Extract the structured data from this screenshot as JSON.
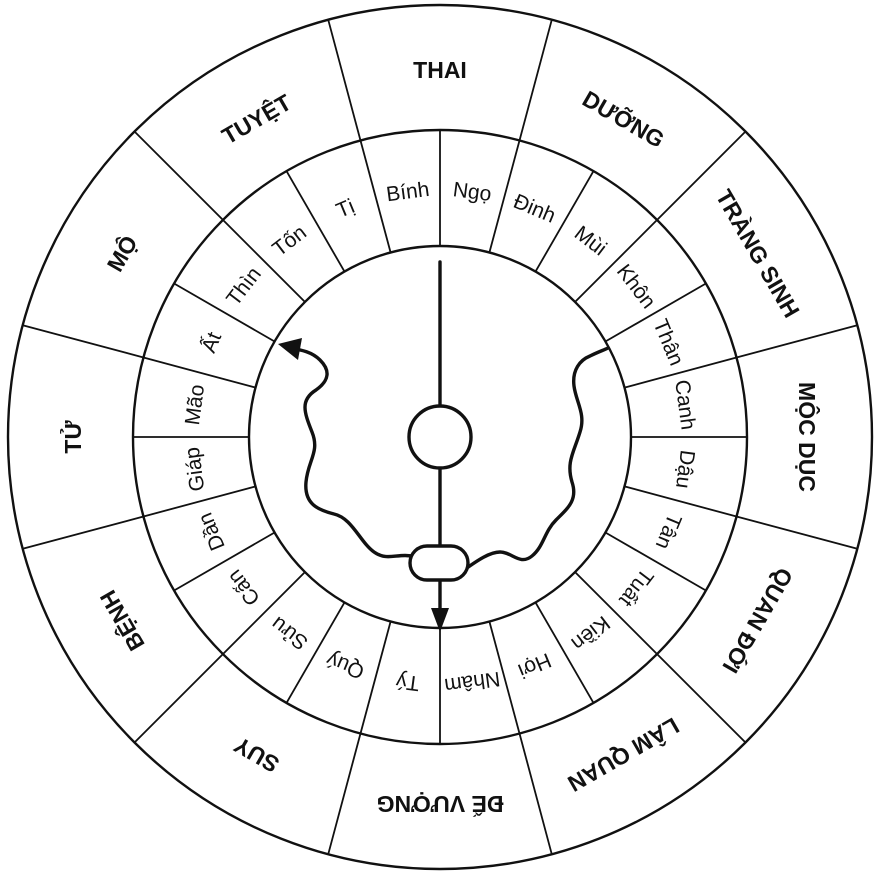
{
  "outer_ring": {
    "palaces": [
      "THAI",
      "DƯỠNG",
      "TRÀNG SINH",
      "MỘC DỤC",
      "QUAN ĐỚI",
      "LÂM QUAN",
      "ĐẾ VƯỢNG",
      "SUY",
      "BỆNH",
      "TỬ",
      "MỘ",
      "TUYỆT"
    ]
  },
  "inner_ring": {
    "directions": [
      "Ngọ",
      "Đinh",
      "Mùi",
      "Khôn",
      "Thân",
      "Canh",
      "Dậu",
      "Tân",
      "Tuất",
      "Kiền",
      "Hợi",
      "Nhâm",
      "Tý",
      "Quý",
      "Sửu",
      "Cấn",
      "Dần",
      "Giáp",
      "Mão",
      "Ất",
      "Thìn",
      "Tốn",
      "Tị",
      "Bính"
    ]
  },
  "colors": {
    "ink": "#111111",
    "paper": "#ffffff"
  },
  "icons": {
    "center": "hub-circle",
    "lower": "pill-marker",
    "arrows": "arrowhead"
  }
}
